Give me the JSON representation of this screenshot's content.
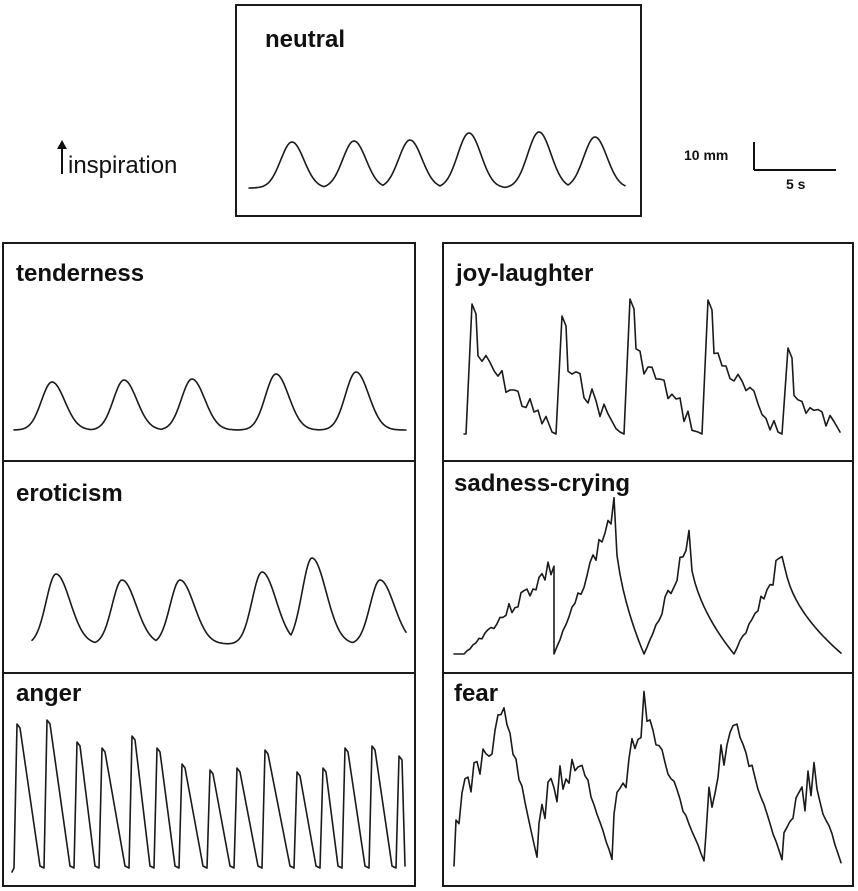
{
  "panels": {
    "neutral": "neutral",
    "tenderness": "tenderness",
    "joy": "joy-laughter",
    "eroticism": "eroticism",
    "sadness": "sadness-crying",
    "anger": "anger",
    "fear": "fear"
  },
  "legend": {
    "inspiration": "inspiration",
    "scale_amplitude": "10 mm",
    "scale_time": "5 s"
  }
}
